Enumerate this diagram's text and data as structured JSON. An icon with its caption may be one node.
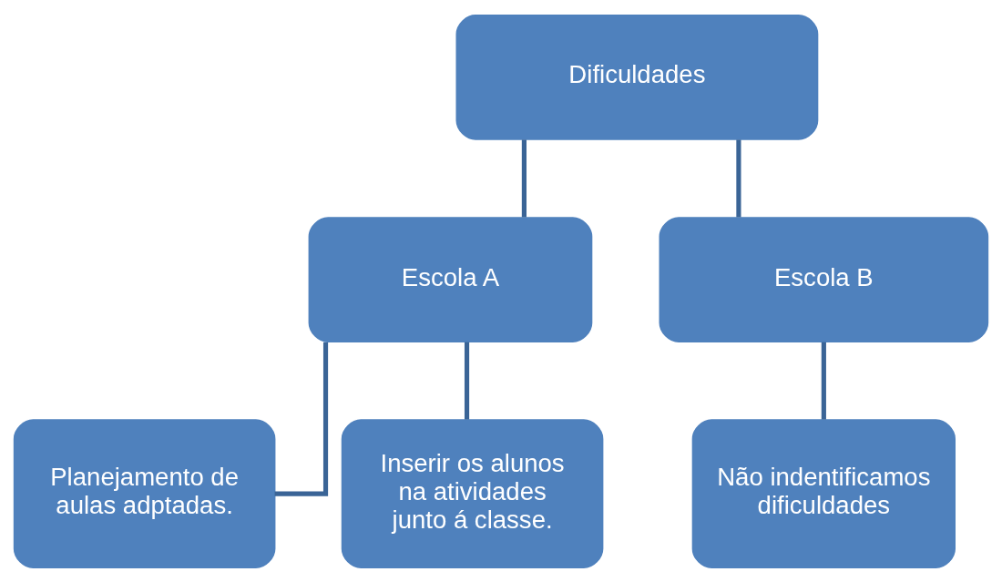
{
  "diagram": {
    "nodes": [
      {
        "text": [
          "Dificuldades"
        ]
      },
      {
        "text": [
          "Escola A"
        ]
      },
      {
        "text": [
          "Escola B"
        ]
      },
      {
        "text": [
          "Planejamento de aulas adptadas."
        ]
      },
      {
        "text": [
          "Inserir os alunos na atividades junto á classe."
        ]
      },
      {
        "text": [
          "Não indentificamos dificuldades"
        ]
      }
    ],
    "edges": [
      {
        "from": 0,
        "to": 1,
        "arrow": "none"
      },
      {
        "from": 0,
        "to": 2,
        "arrow": "none"
      },
      {
        "from": 1,
        "to": 3,
        "arrow": "none"
      },
      {
        "from": 1,
        "to": 4,
        "arrow": "none"
      },
      {
        "from": 2,
        "to": 5,
        "arrow": "none"
      }
    ]
  }
}
